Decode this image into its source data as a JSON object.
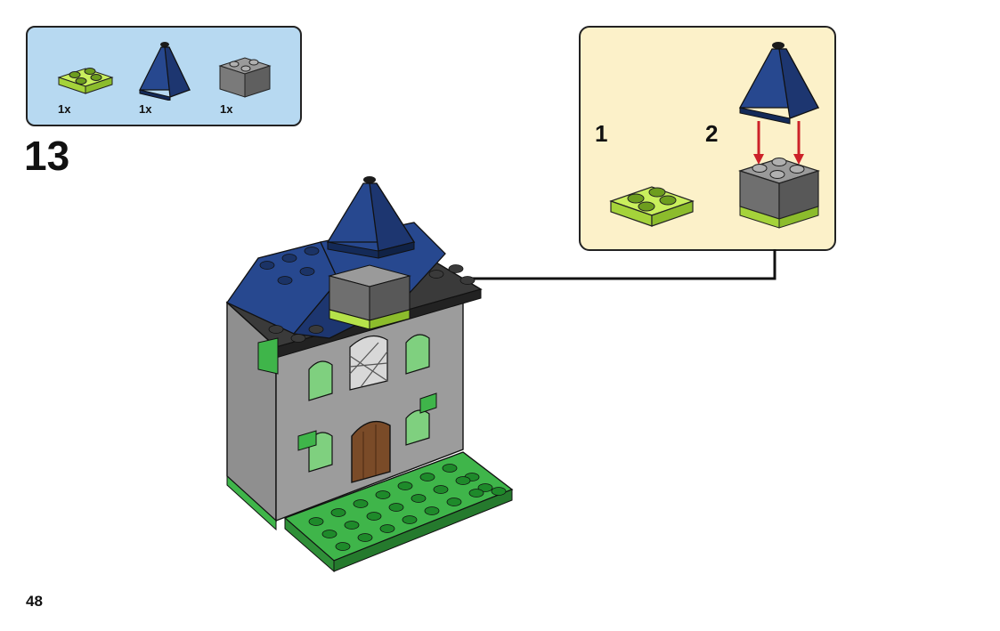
{
  "parts_list": {
    "items": [
      {
        "name": "lime-plate-2x2-icon",
        "qty": "1x"
      },
      {
        "name": "blue-pyramid-roof-icon",
        "qty": "1x"
      },
      {
        "name": "gray-bracket-brick-icon",
        "qty": "1x"
      }
    ]
  },
  "step_number": "13",
  "page_number": "48",
  "sub_assembly": {
    "substep_1": "1",
    "substep_2": "2"
  },
  "colors": {
    "parts_bg": "#b7d9f1",
    "subassembly_bg": "#fcf1c9",
    "roof_blue": "#1f3c7a",
    "lime": "#b6e24a",
    "green": "#3fb54a",
    "gray": "#8a8a8a",
    "dark_gray": "#2b2b2b",
    "arrow_red": "#cc2229"
  }
}
